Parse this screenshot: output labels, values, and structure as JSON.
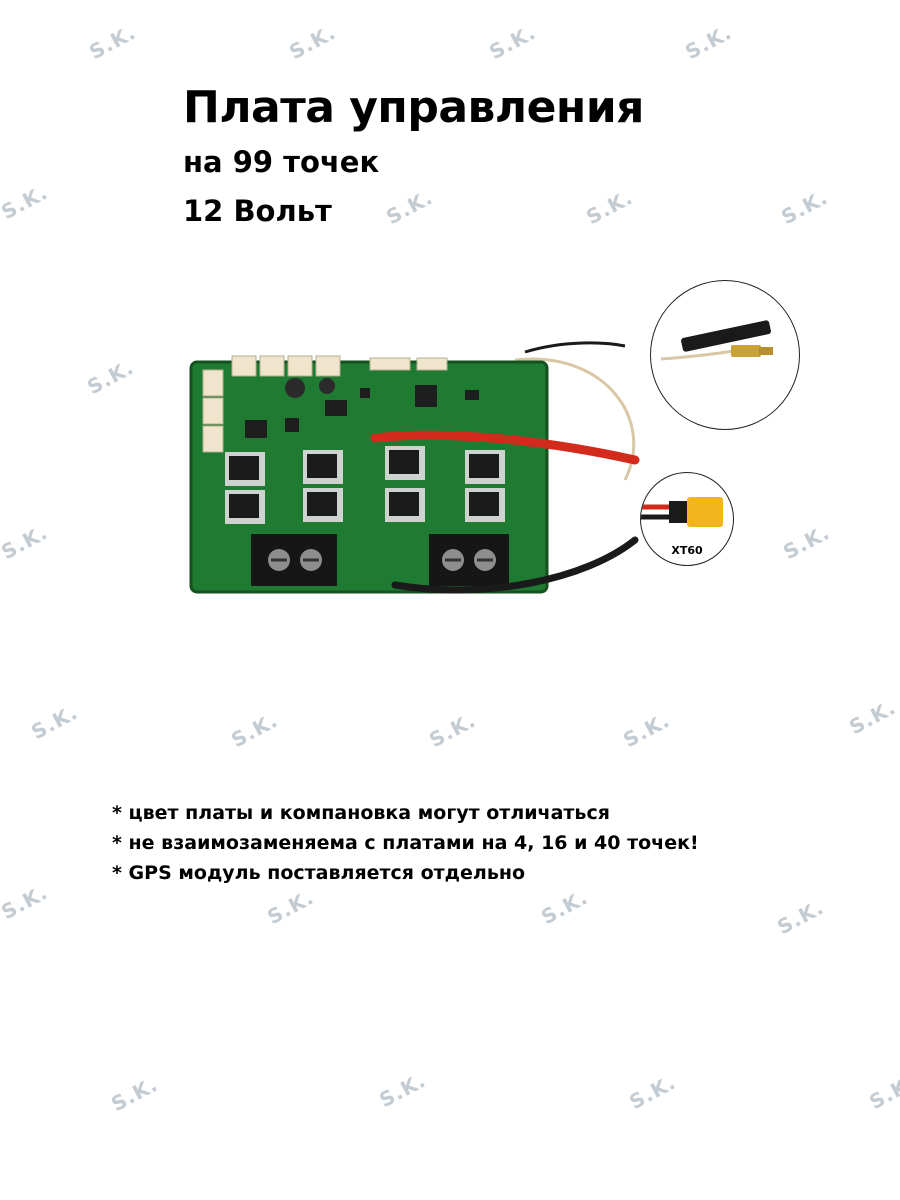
{
  "watermark_text": "S.K.",
  "title": "Плата управления",
  "subtitle_points": "на 99 точек",
  "subtitle_voltage": "12 Вольт",
  "xt60_label": "XT60",
  "notes": [
    "*  цвет платы и компановка могут отличаться",
    "*  не взаимозаменяема с платами на 4, 16 и 40 точек!",
    "* GPS модуль поставляется отдельно"
  ],
  "colors": {
    "pcb_green": "#1f7a32",
    "wire_red": "#d32a1e",
    "wire_black": "#1a1a1a",
    "connector_yellow": "#f2b61c",
    "watermark": "#c3cbd3"
  }
}
